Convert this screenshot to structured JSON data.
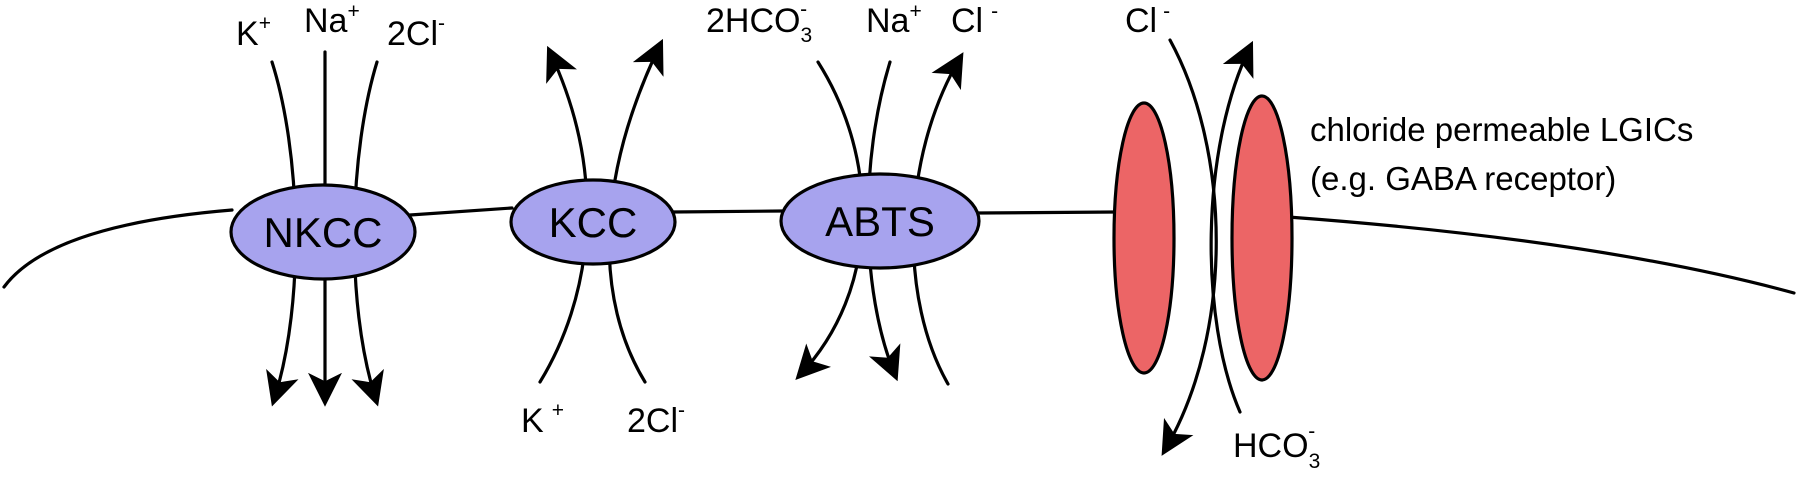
{
  "colors": {
    "transporter_fill": "#a7a3ee",
    "channel_fill": "#ec6566",
    "stroke": "#000000"
  },
  "transporters": {
    "nkcc": "NKCC",
    "kcc": "KCC",
    "abts": "ABTS"
  },
  "ions": {
    "nkcc_k": "K",
    "nkcc_k_sup": "+",
    "nkcc_na": "Na",
    "nkcc_na_sup": "+",
    "nkcc_cl": "2Cl",
    "nkcc_cl_sup": "-",
    "kcc_k": "K",
    "kcc_k_sup": "+",
    "kcc_cl": "2Cl",
    "kcc_cl_sup": "-",
    "abts_hco3": "2HCO",
    "abts_hco3_sub": "3",
    "abts_hco3_sup": "-",
    "abts_na": "Na",
    "abts_na_sup": "+",
    "abts_cl": "Cl",
    "abts_cl_sup": "-",
    "lgic_cl": "Cl",
    "lgic_cl_sup": "-",
    "lgic_hco3": "HCO",
    "lgic_hco3_sub": "3",
    "lgic_hco3_sup": "-"
  },
  "channel_label": {
    "line1": "chloride permeable LGICs",
    "line2": "(e.g. GABA receptor)"
  }
}
